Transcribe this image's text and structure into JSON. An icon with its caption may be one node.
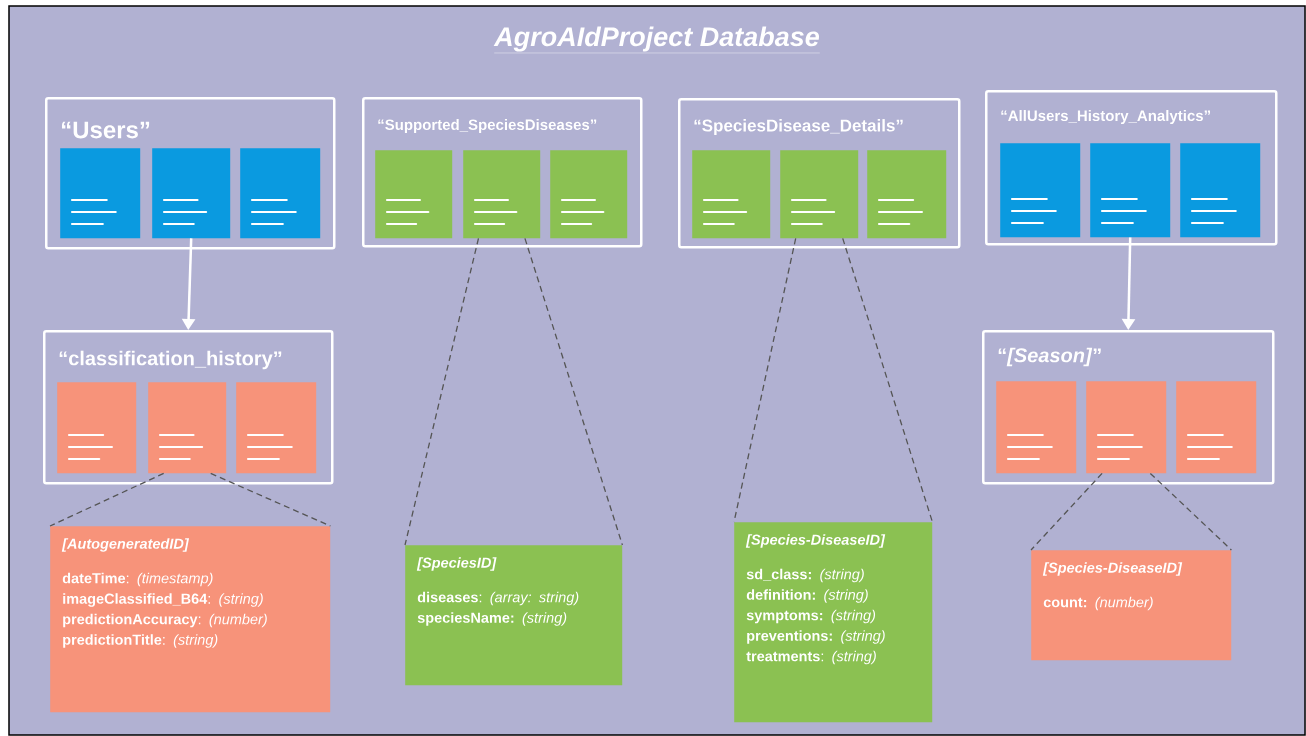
{
  "diagram": {
    "title": "AgroAIdProject Database",
    "nodes": [
      {
        "text": [
          "“Users”"
        ]
      },
      {
        "text": [],
        "shape": "box",
        "in": 0
      },
      {
        "text": [],
        "shape": "box",
        "in": 0
      },
      {
        "text": [],
        "shape": "box",
        "in": 0
      },
      {
        "text": [
          "“Supported_SpeciesDiseases”"
        ]
      },
      {
        "text": [],
        "shape": "box",
        "in": 4
      },
      {
        "text": [],
        "shape": "box",
        "in": 4
      },
      {
        "text": [],
        "shape": "box",
        "in": 4
      },
      {
        "text": [
          "“SpeciesDisease_Details”"
        ]
      },
      {
        "text": [],
        "shape": "box",
        "in": 8
      },
      {
        "text": [],
        "shape": "box",
        "in": 8
      },
      {
        "text": [],
        "shape": "box",
        "in": 8
      },
      {
        "text": [
          "“AllUsers_History_Analytics”"
        ]
      },
      {
        "text": [],
        "shape": "box",
        "in": 12
      },
      {
        "text": [],
        "shape": "box",
        "in": 12
      },
      {
        "text": [],
        "shape": "box",
        "in": 12
      },
      {
        "text": [
          "“classification_history”"
        ]
      },
      {
        "text": [],
        "shape": "box",
        "in": 16
      },
      {
        "text": [],
        "shape": "box",
        "in": 16
      },
      {
        "text": [],
        "shape": "box",
        "in": 16
      },
      {
        "text": [
          "“*[Season]*”"
        ]
      },
      {
        "text": [],
        "shape": "box",
        "in": 20
      },
      {
        "text": [],
        "shape": "box",
        "in": 20
      },
      {
        "text": [],
        "shape": "box",
        "in": 20
      },
      {
        "text": [
          "[AutogeneratedID]",
          "**dateTime**: *(timestamp)*",
          "**imageClassified_B64**: *(string)*",
          "**predictionAccuracy**: *(number)*",
          "**predictionTitle**: *(string)*"
        ]
      },
      {
        "text": [
          "[SpeciesID]",
          "**diseases**: *(array: string)*",
          "**speciesName:** *(string)*"
        ]
      },
      {
        "text": [
          "[Species-DiseaseID]",
          "**sd_class:** *(string)*",
          "**definition:** *(string)*",
          "**symptoms:** *(string)*",
          "**preventions:** *(string)*",
          "**treatments**: *(string)*"
        ]
      },
      {
        "text": [
          "[Species-DiseaseID]",
          "**count:** *(number)*"
        ]
      }
    ],
    "edges": [
      {
        "from": 2,
        "to": 16,
        "arrow": "to",
        "color": "#ffffff"
      },
      {
        "from": 14,
        "to": 20,
        "arrow": "to",
        "color": "#ffffff"
      },
      {
        "from": 18,
        "to": 24,
        "arrow": "none",
        "style": "dashed"
      },
      {
        "from": 18,
        "to": 24,
        "arrow": "none",
        "style": "dashed"
      },
      {
        "from": 6,
        "to": 25,
        "arrow": "none",
        "style": "dashed"
      },
      {
        "from": 6,
        "to": 25,
        "arrow": "none",
        "style": "dashed"
      },
      {
        "from": 10,
        "to": 26,
        "arrow": "none",
        "style": "dashed"
      },
      {
        "from": 10,
        "to": 26,
        "arrow": "none",
        "style": "dashed"
      },
      {
        "from": 22,
        "to": 27,
        "arrow": "none",
        "style": "dashed"
      },
      {
        "from": 22,
        "to": 27,
        "arrow": "none",
        "style": "dashed"
      }
    ]
  }
}
